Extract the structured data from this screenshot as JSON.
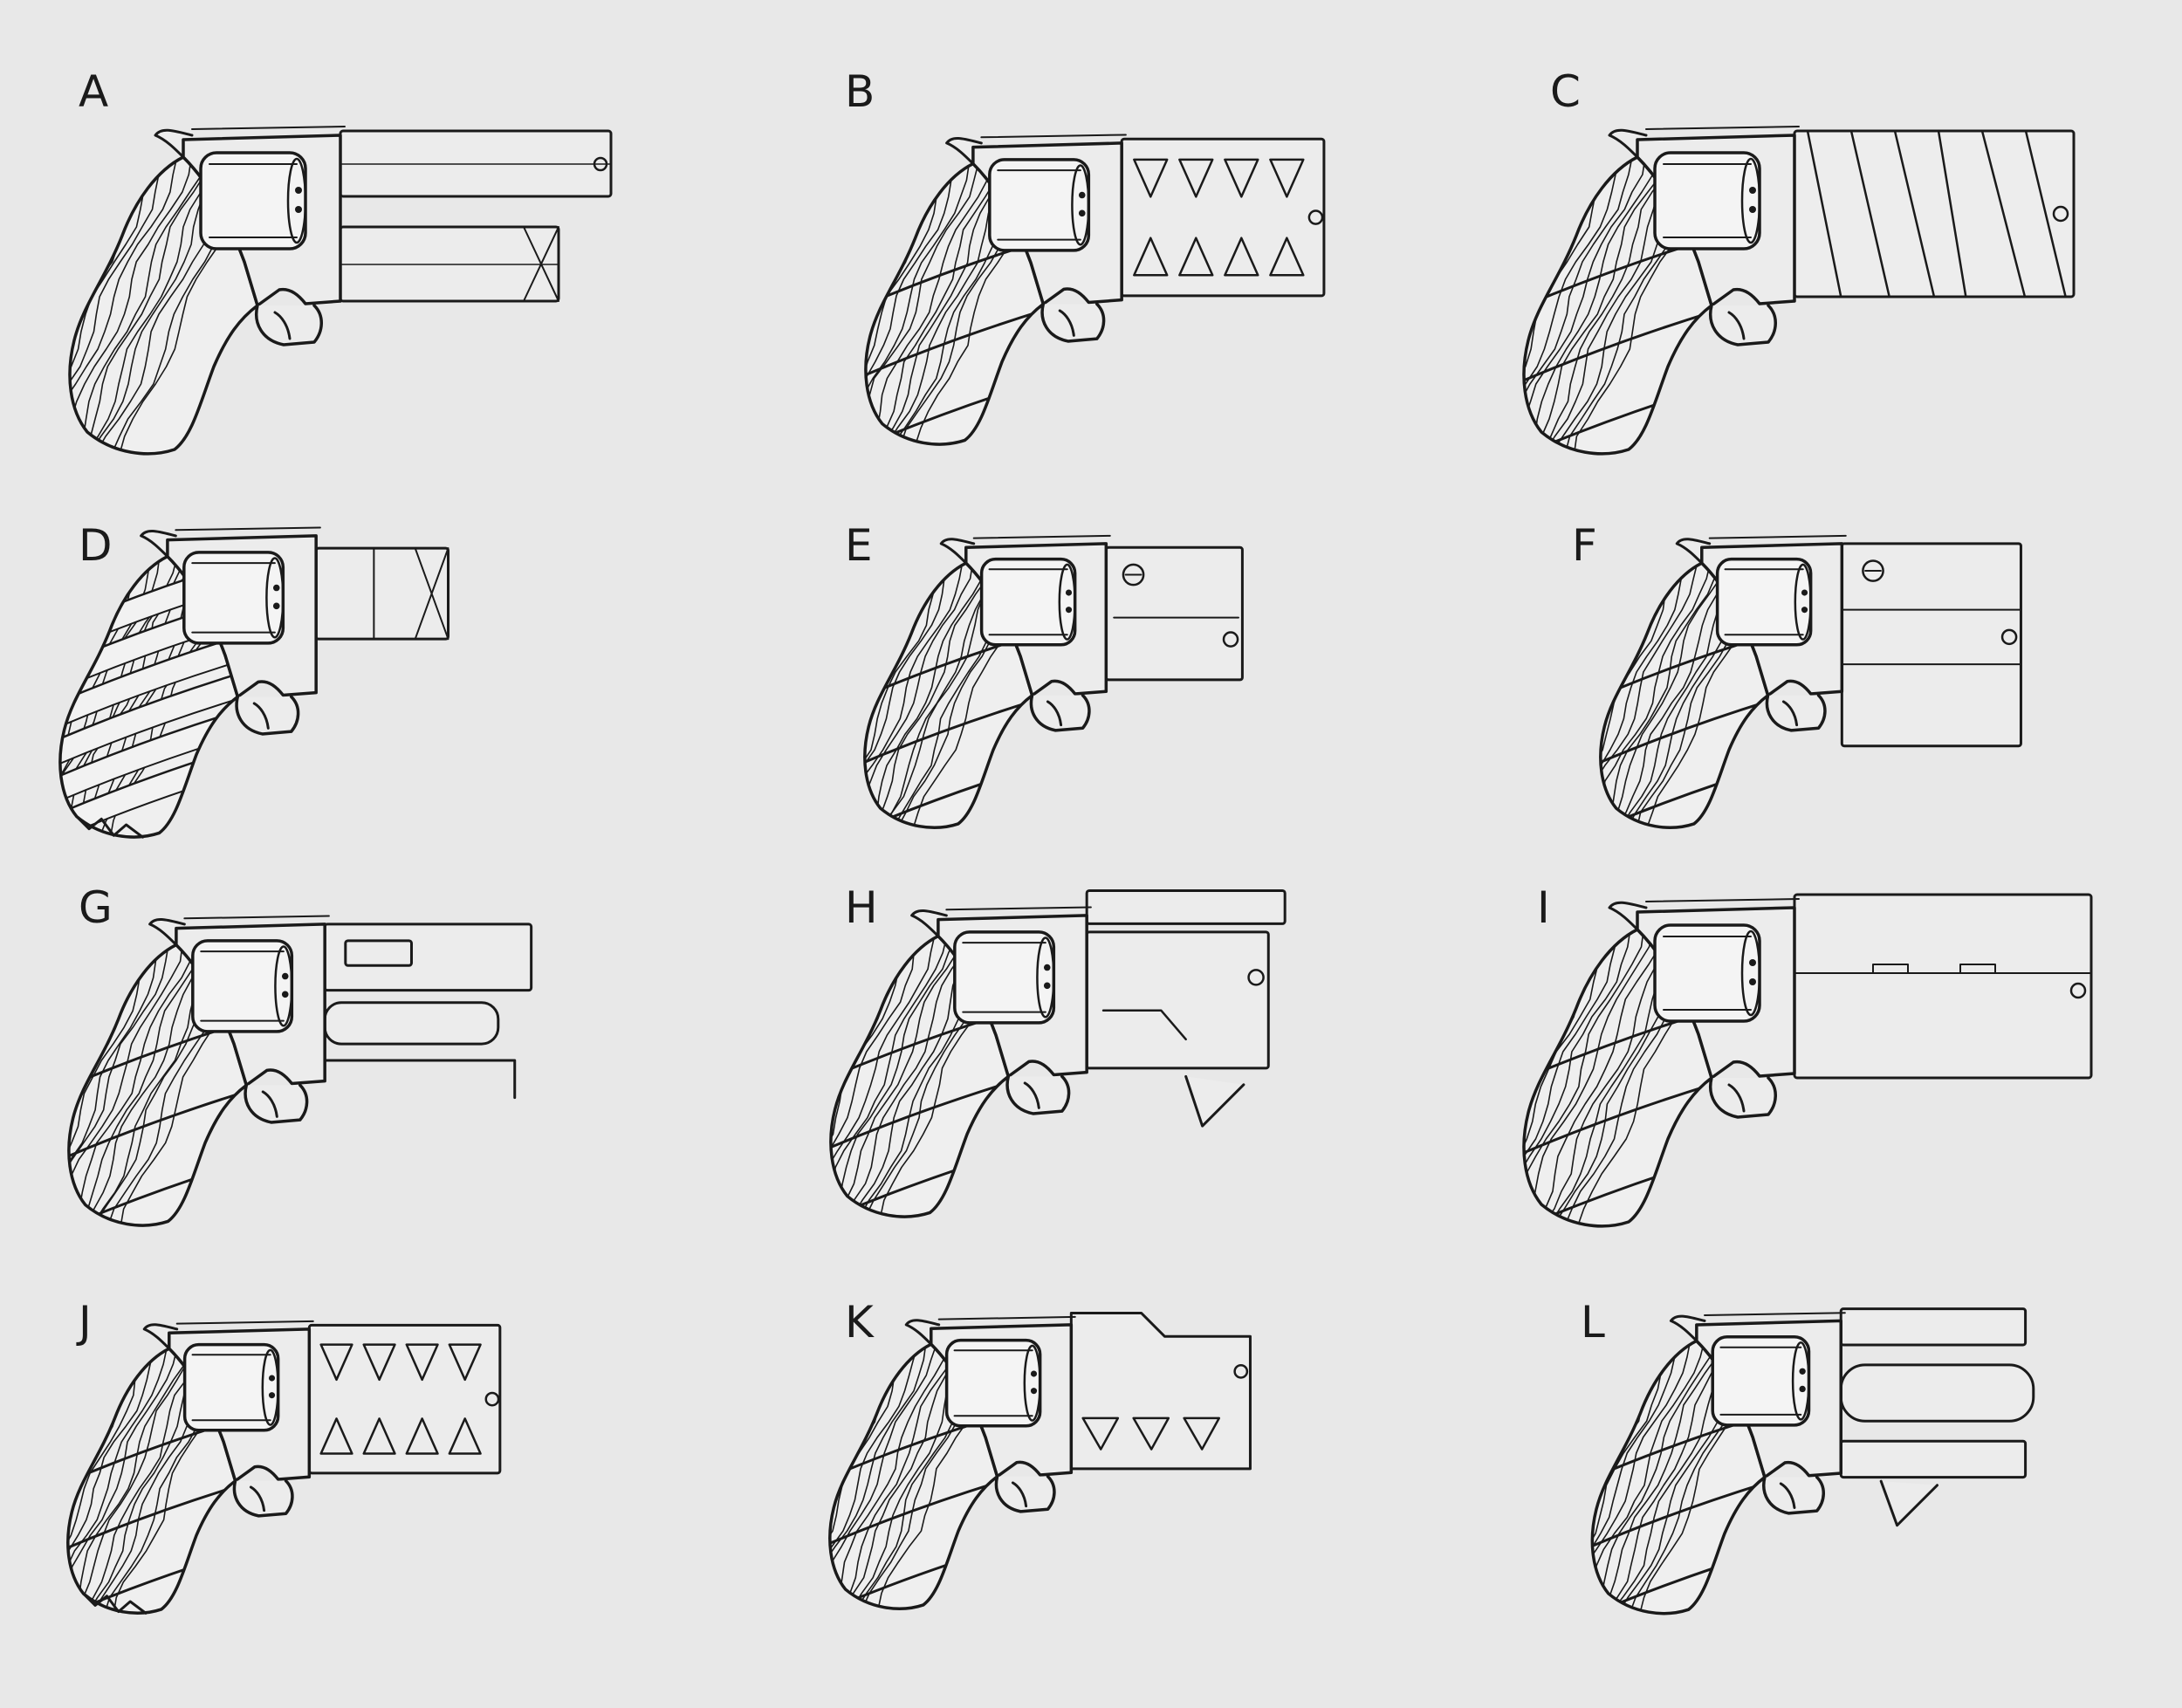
{
  "colors": {
    "background": "#e8e8e8",
    "ink": "#1a1a1a",
    "metal_fill": "#ececec",
    "cylinder_fill": "#f4f4f4"
  },
  "panels": [
    {
      "label": "A",
      "variant": "long-barrel-under-box",
      "grip": "full-wood"
    },
    {
      "label": "B",
      "variant": "lattice-shroud",
      "grip": "banded-wood"
    },
    {
      "label": "C",
      "variant": "wrapped-barrel",
      "grip": "banded-wood"
    },
    {
      "label": "D",
      "variant": "short-block-barrel",
      "grip": "wrapped-broken"
    },
    {
      "label": "E",
      "variant": "compact-screw-shroud",
      "grip": "banded-wood"
    },
    {
      "label": "F",
      "variant": "box-shroud-screw",
      "grip": "banded-wood"
    },
    {
      "label": "G",
      "variant": "open-frame-rail",
      "grip": "banded-wood"
    },
    {
      "label": "H",
      "variant": "top-rail-block",
      "grip": "banded-wood"
    },
    {
      "label": "I",
      "variant": "long-slab-barrel",
      "grip": "banded-wood"
    },
    {
      "label": "J",
      "variant": "lattice-block",
      "grip": "banded-broken"
    },
    {
      "label": "K",
      "variant": "stepped-lattice",
      "grip": "banded-wood"
    },
    {
      "label": "L",
      "variant": "split-rail-barrel",
      "grip": "banded-wood"
    }
  ]
}
